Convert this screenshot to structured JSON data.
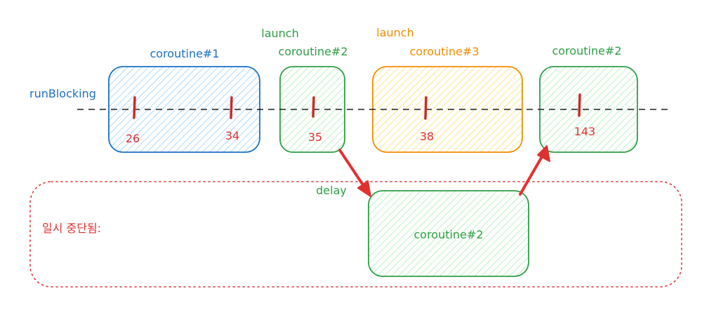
{
  "thread_label": "runBlocking",
  "suspended_label": "일시 중단됨:",
  "launch_labels": {
    "first": "launch",
    "second": "launch"
  },
  "delay_label": "delay",
  "colors": {
    "blue": "#1971c2",
    "blue_fill": "#a5d8ff",
    "green": "#2f9e44",
    "green_fill": "#b2f2bb",
    "orange": "#f08c00",
    "orange_fill": "#ffec99",
    "red": "#e03131",
    "mark_red": "#c92a2a",
    "dashed": "#1e1e1e"
  },
  "boxes": [
    {
      "id": "c1",
      "title": "coroutine#1",
      "color": "blue",
      "ticks": [
        "26",
        "34"
      ]
    },
    {
      "id": "c2a",
      "title": "coroutine#2",
      "color": "green",
      "ticks": [
        "35"
      ]
    },
    {
      "id": "c3",
      "title": "coroutine#3",
      "color": "orange",
      "ticks": [
        "38"
      ]
    },
    {
      "id": "c2b",
      "title": "coroutine#2",
      "color": "green",
      "ticks": [
        "143"
      ]
    },
    {
      "id": "c2s",
      "title": "coroutine#2",
      "color": "green",
      "ticks": []
    }
  ]
}
